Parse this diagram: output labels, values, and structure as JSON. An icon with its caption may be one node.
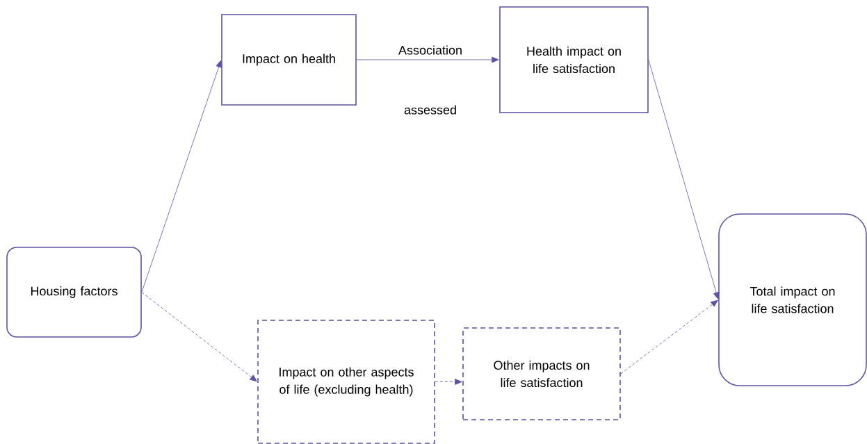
{
  "diagram": {
    "nodes": [
      {
        "text": [
          "Housing factors"
        ]
      },
      {
        "text": [
          "Impact on health"
        ]
      },
      {
        "text": [
          "Health impact on life satisfaction"
        ]
      },
      {
        "text": [
          "Total impact on life satisfaction"
        ]
      },
      {
        "text": [
          "Impact on other aspects of life (excluding health)"
        ]
      },
      {
        "text": [
          "Other impacts on life satisfaction"
        ]
      }
    ],
    "edges": [
      {
        "from": 0,
        "to": 1,
        "arrow": "to"
      },
      {
        "from": 1,
        "to": 2,
        "arrow": "to",
        "label": "Association"
      },
      {
        "from": 2,
        "to": 3,
        "arrow": "to"
      },
      {
        "from": 0,
        "to": 4,
        "arrow": "to",
        "style": "dashed"
      },
      {
        "from": 4,
        "to": 5,
        "arrow": "to",
        "style": "dashed"
      },
      {
        "from": 5,
        "to": 3,
        "arrow": "to",
        "style": "dashed"
      }
    ],
    "labels": [
      "assessed"
    ]
  }
}
